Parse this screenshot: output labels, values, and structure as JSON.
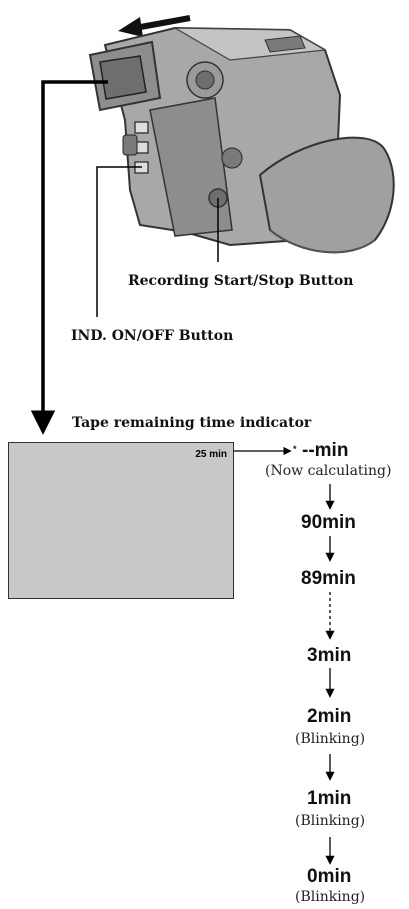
{
  "labels": {
    "record_button": "Recording Start/Stop Button",
    "ind_button": "IND. ON/OFF Button",
    "indicator_title": "Tape remaining time indicator"
  },
  "screen": {
    "time": "25 min"
  },
  "sequence": [
    {
      "star": "*",
      "value": "--min",
      "note": "(Now calculating)"
    },
    {
      "value": "90min",
      "note": ""
    },
    {
      "value": "89min",
      "note": ""
    },
    {
      "value": "3min",
      "note": ""
    },
    {
      "value": "2min",
      "note": "(Blinking)"
    },
    {
      "value": "1min",
      "note": "(Blinking)"
    },
    {
      "value": "0min",
      "note": "(Blinking)"
    }
  ],
  "colors": {
    "camera_body": "#a8a8a8",
    "camera_dark": "#6e6e6e",
    "screen_bg": "#c8c8c8",
    "line": "#000000"
  }
}
